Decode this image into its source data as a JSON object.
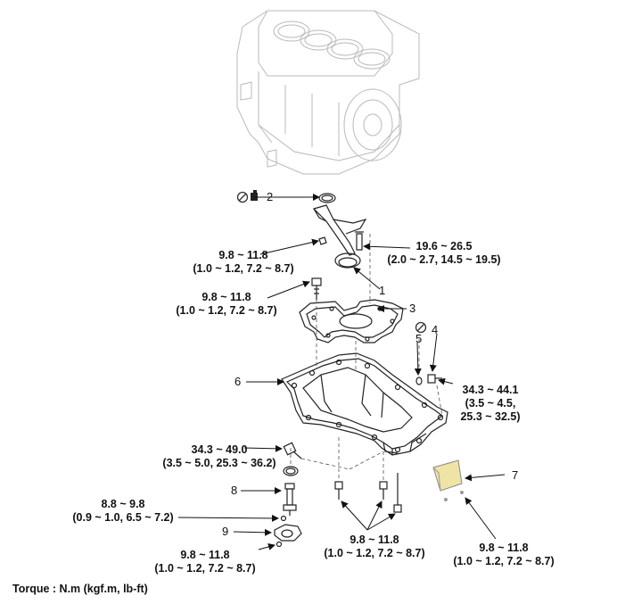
{
  "torque_legend": "Torque : N.m (kgf.m, lb-ft)",
  "part_numbers": [
    "1",
    "2",
    "3",
    "4",
    "5",
    "6",
    "7",
    "8",
    "9"
  ],
  "specs": {
    "oil_screen_nut": {
      "line1": "9.8 ~ 11.8",
      "line2": "(1.0 ~ 1.2, 7.2 ~ 8.7)"
    },
    "oil_screen_bolt": {
      "line1": "19.6 ~ 26.5",
      "line2": "(2.0 ~ 2.7, 14.5 ~ 19.5)"
    },
    "baffle_bolt": {
      "line1": "9.8 ~ 11.8",
      "line2": "(1.0 ~ 1.2, 7.2 ~ 8.7)"
    },
    "drain_plug": {
      "line1": "34.3 ~ 44.1",
      "line2": "(3.5 ~ 4.5,",
      "line3": "25.3 ~ 32.5)"
    },
    "pan_side_bolt": {
      "line1": "34.3 ~ 49.0",
      "line2": "(3.5 ~ 5.0, 25.3 ~ 36.2)"
    },
    "sensor_plug": {
      "line1": "8.8 ~ 9.8",
      "line2": "(0.9 ~ 1.0, 6.5 ~ 7.2)"
    },
    "level_sensor_bolt": {
      "line1": "9.8 ~ 11.8",
      "line2": "(1.0 ~ 1.2, 7.2 ~ 8.7)"
    },
    "pan_bolts": {
      "line1": "9.8 ~ 11.8",
      "line2": "(1.0 ~ 1.2, 7.2 ~ 8.7)"
    },
    "cover_bolts": {
      "line1": "9.8 ~ 11.8",
      "line2": "(1.0 ~ 1.2, 7.2 ~ 8.7)"
    }
  },
  "icons": [
    "do-not-reuse-icon",
    "do-not-reuse-icon"
  ]
}
